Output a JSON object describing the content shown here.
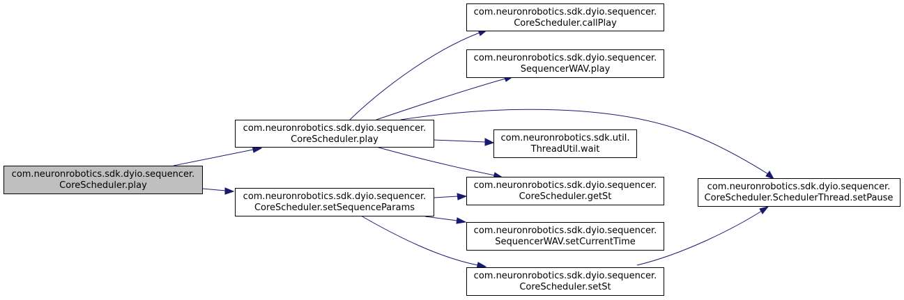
{
  "colors": {
    "edge": "#191970",
    "root_fill": "#bfbfbf",
    "node_fill": "#ffffff",
    "node_border": "#000000"
  },
  "nodes": {
    "root": {
      "line1": "com.neuronrobotics.sdk.dyio.sequencer.",
      "line2": "CoreScheduler.play"
    },
    "play": {
      "line1": "com.neuronrobotics.sdk.dyio.sequencer.",
      "line2": "CoreScheduler.play"
    },
    "set_sequence_params": {
      "line1": "com.neuronrobotics.sdk.dyio.sequencer.",
      "line2": "CoreScheduler.setSequenceParams"
    },
    "call_play": {
      "line1": "com.neuronrobotics.sdk.dyio.sequencer.",
      "line2": "CoreScheduler.callPlay"
    },
    "wav_play": {
      "line1": "com.neuronrobotics.sdk.dyio.sequencer.",
      "line2": "SequencerWAV.play"
    },
    "thread_wait": {
      "line1": "com.neuronrobotics.sdk.util.",
      "line2": "ThreadUtil.wait"
    },
    "get_st": {
      "line1": "com.neuronrobotics.sdk.dyio.sequencer.",
      "line2": "CoreScheduler.getSt"
    },
    "set_current_time": {
      "line1": "com.neuronrobotics.sdk.dyio.sequencer.",
      "line2": "SequencerWAV.setCurrentTime"
    },
    "set_st": {
      "line1": "com.neuronrobotics.sdk.dyio.sequencer.",
      "line2": "CoreScheduler.setSt"
    },
    "set_pause": {
      "line1": "com.neuronrobotics.sdk.dyio.sequencer.",
      "line2": "CoreScheduler.SchedulerThread.setPause"
    }
  },
  "edges": [
    {
      "from": "root",
      "to": "play"
    },
    {
      "from": "root",
      "to": "set_sequence_params"
    },
    {
      "from": "play",
      "to": "call_play"
    },
    {
      "from": "play",
      "to": "wav_play"
    },
    {
      "from": "play",
      "to": "set_pause"
    },
    {
      "from": "play",
      "to": "thread_wait"
    },
    {
      "from": "play",
      "to": "get_st"
    },
    {
      "from": "set_sequence_params",
      "to": "get_st"
    },
    {
      "from": "set_sequence_params",
      "to": "set_current_time"
    },
    {
      "from": "set_sequence_params",
      "to": "set_st"
    },
    {
      "from": "set_st",
      "to": "set_pause"
    }
  ]
}
